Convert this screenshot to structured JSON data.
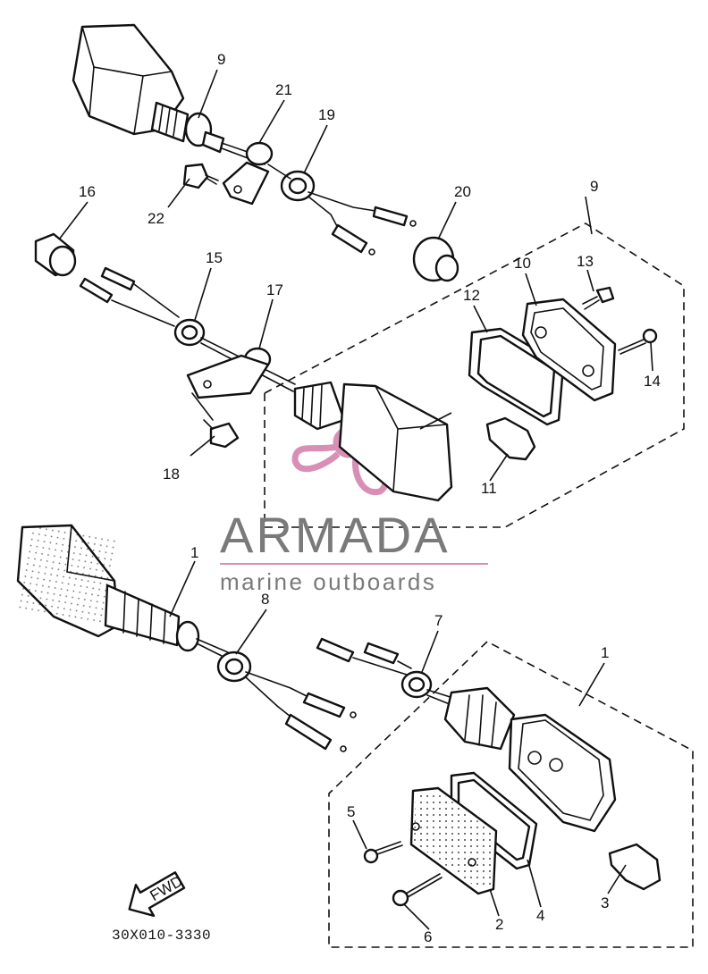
{
  "callouts": {
    "c1": "1",
    "c2": "2",
    "c3": "3",
    "c4": "4",
    "c5": "5",
    "c6": "6",
    "c7": "7",
    "c8": "8",
    "c9": "9",
    "c10": "10",
    "c11": "11",
    "c12": "12",
    "c13": "13",
    "c14": "14",
    "c15": "15",
    "c16": "16",
    "c17": "17",
    "c18": "18",
    "c19": "19",
    "c20": "20",
    "c21": "21",
    "c22": "22"
  },
  "forward_arrow": {
    "label": "FWD"
  },
  "drawing_code": "30X010-3330",
  "watermark": {
    "brand": "ARMADA",
    "tagline": "marine outboards",
    "logo_color": "#d98fb5",
    "text_color": "#7a7a7a"
  }
}
